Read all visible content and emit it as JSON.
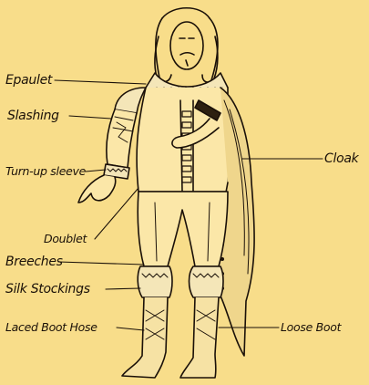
{
  "background": "#f8dd8a",
  "ink": "#1a1008",
  "labels": {
    "epaulet": "Epaulet",
    "slashing": "Slashing",
    "turn_up_sleeve": "Turn-up sleeve",
    "cloak": "Cloak",
    "doublet": "Doublet",
    "breeches": "Breeches",
    "silk_stockings": "Silk Stockings",
    "laced_boot_hose": "Laced Boot Hose",
    "loose_boot": "Loose Boot"
  }
}
